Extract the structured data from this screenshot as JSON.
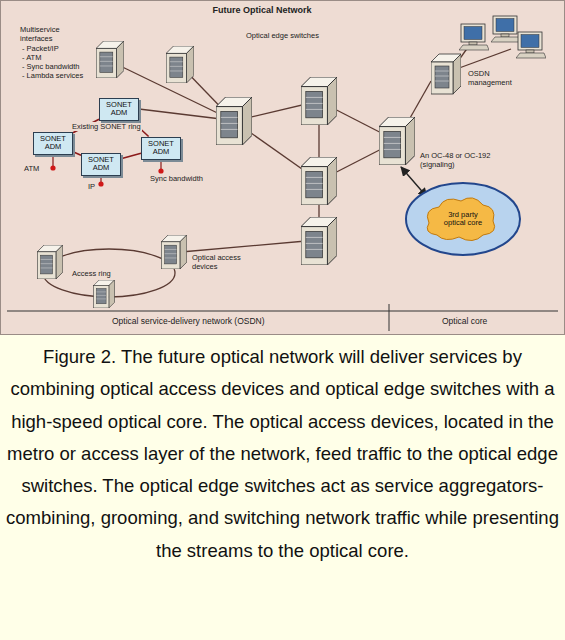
{
  "diagram": {
    "title": "Future Optical Network",
    "caption": "Figure 2. The future optical network will deliver services by combining optical access devices and optical edge switches with a high-speed optical core. The optical access devices, located in the metro or access layer of the network, feed traffic to the optical edge switches. The optical edge switches act as service aggregators-combining, grooming, and switching network traffic while presenting the streams to the optical core.",
    "nodes": [
      {
        "text": [
          "SONET ADM"
        ]
      },
      {
        "text": [
          "SONET ADM"
        ]
      },
      {
        "text": [
          "SONET ADM"
        ]
      },
      {
        "text": [
          "SONET ADM"
        ]
      },
      {
        "text": [
          "3rd party optical core"
        ]
      }
    ],
    "edges": [
      {
        "from": 0,
        "to": 1,
        "arrow": "none"
      },
      {
        "from": 1,
        "to": 2,
        "arrow": "none"
      },
      {
        "from": 2,
        "to": 3,
        "arrow": "none"
      },
      {
        "from": 3,
        "to": 0,
        "arrow": "none"
      }
    ],
    "labels": [
      "Multiservice interfaces",
      "- Packet/IP",
      "- ATM",
      "- Sync bandwidth",
      "- Lambda services",
      "Optical edge switches",
      "Existing SONET ring",
      "ATM",
      "IP",
      "Sync bandwidth",
      "Access ring",
      "Optical access devices",
      "OSDN management",
      "An OC-48 or OC-192 (signaling)",
      "Optical service-delivery network (OSDN)",
      "Optical core"
    ]
  }
}
